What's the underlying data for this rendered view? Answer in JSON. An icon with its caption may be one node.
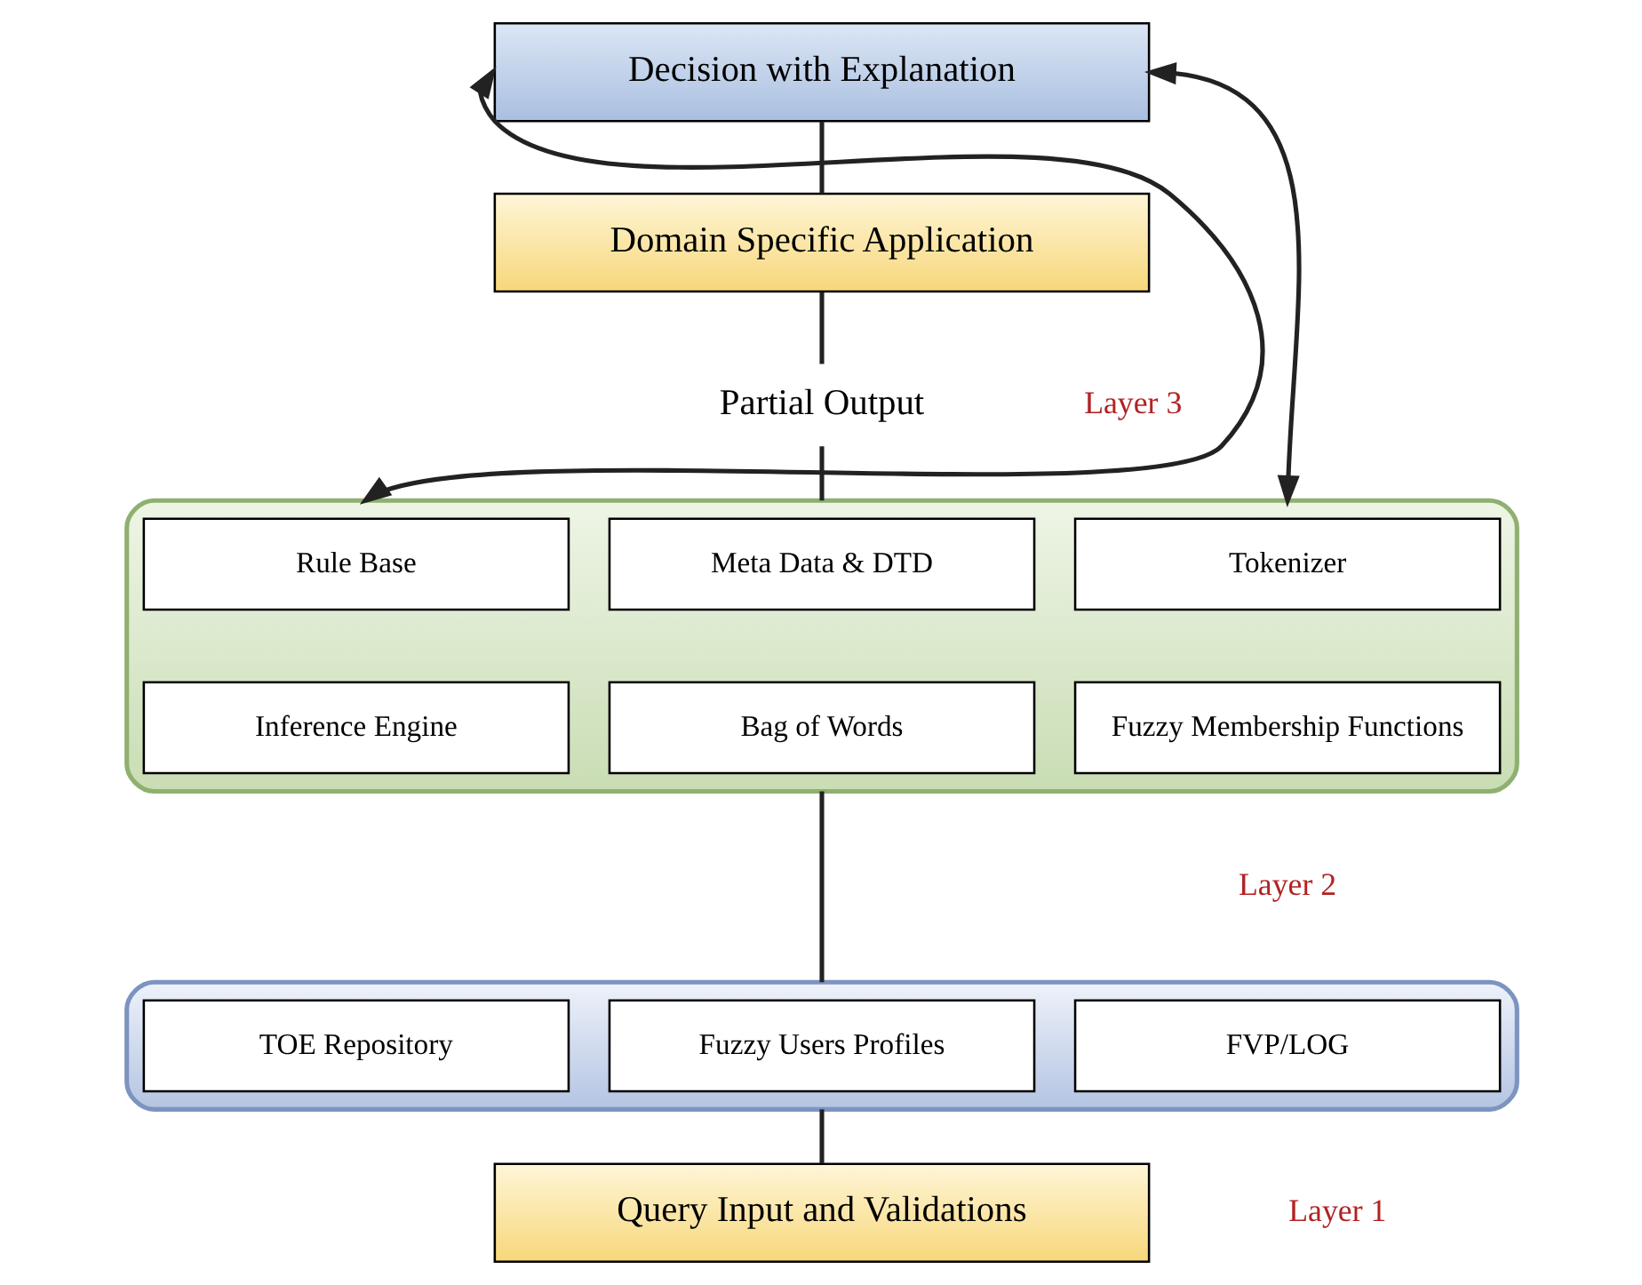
{
  "diagram": {
    "nodes": [
      {
        "text": [
          "Decision with Explanation"
        ]
      },
      {
        "text": [
          "Domain Specific Application"
        ]
      },
      {
        "text": [
          "Partial Output"
        ]
      },
      {
        "text": [],
        "shape": "box"
      },
      {
        "text": [
          "Rule Base"
        ],
        "in": 3
      },
      {
        "text": [
          "Meta Data & DTD"
        ],
        "in": 3
      },
      {
        "text": [
          "Tokenizer"
        ],
        "in": 3
      },
      {
        "text": [
          "Inference Engine"
        ],
        "in": 3
      },
      {
        "text": [
          "Bag of Words"
        ],
        "in": 3
      },
      {
        "text": [
          "Fuzzy Membership Functions"
        ],
        "in": 3
      },
      {
        "text": [],
        "shape": "box"
      },
      {
        "text": [
          "TOE Repository"
        ],
        "in": 10
      },
      {
        "text": [
          "Fuzzy Users Profiles"
        ],
        "in": 10
      },
      {
        "text": [
          "FVP/LOG"
        ],
        "in": 10
      },
      {
        "text": [
          "Query Input and Validations"
        ]
      }
    ],
    "edges": [
      {
        "from": 0,
        "to": 1,
        "arrow": "none"
      },
      {
        "from": 1,
        "to": 2,
        "arrow": "none"
      },
      {
        "from": 2,
        "to": 3,
        "arrow": "none"
      },
      {
        "from": 3,
        "to": 10,
        "arrow": "none"
      },
      {
        "from": 10,
        "to": 14,
        "arrow": "none"
      },
      {
        "from": 3,
        "to": 0,
        "arrow": "both"
      },
      {
        "from": 3,
        "to": 0,
        "arrow": "both"
      }
    ],
    "labels": [
      "Layer 3",
      "Layer 2",
      "Layer 1"
    ]
  }
}
